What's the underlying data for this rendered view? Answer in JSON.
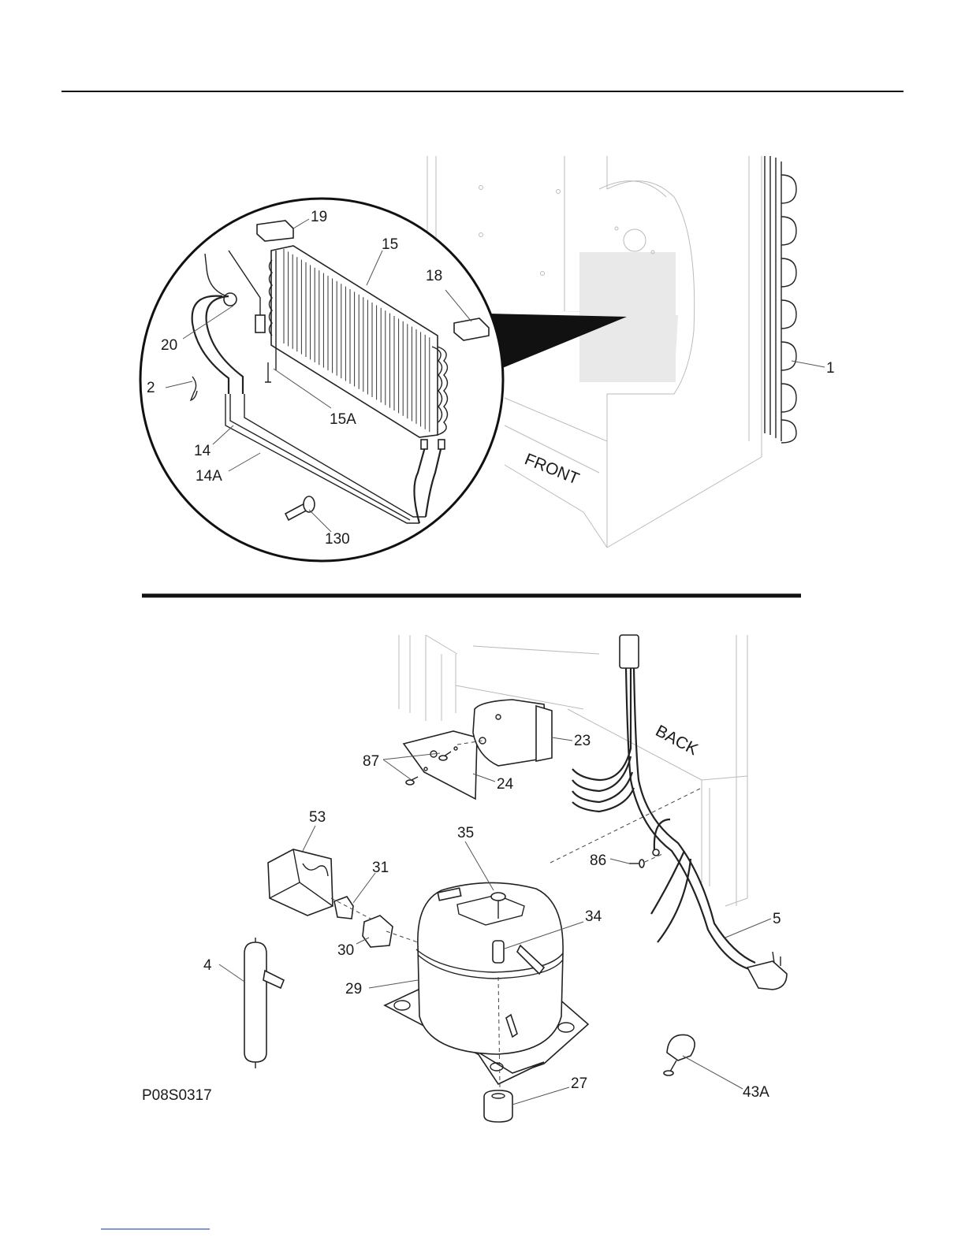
{
  "labels": {
    "p19": "19",
    "p15": "15",
    "p18": "18",
    "p20": "20",
    "p2": "2",
    "p15a": "15A",
    "p14": "14",
    "p14a": "14A",
    "p130": "130",
    "p1": "1",
    "front": "FRONT",
    "p23": "23",
    "p87": "87",
    "p24": "24",
    "back": "BACK",
    "p53": "53",
    "p35": "35",
    "p31": "31",
    "p86": "86",
    "p34": "34",
    "p5": "5",
    "p30": "30",
    "p4": "4",
    "p29": "29",
    "p27": "27",
    "p43a": "43A",
    "drawing_id": "P08S0317"
  }
}
